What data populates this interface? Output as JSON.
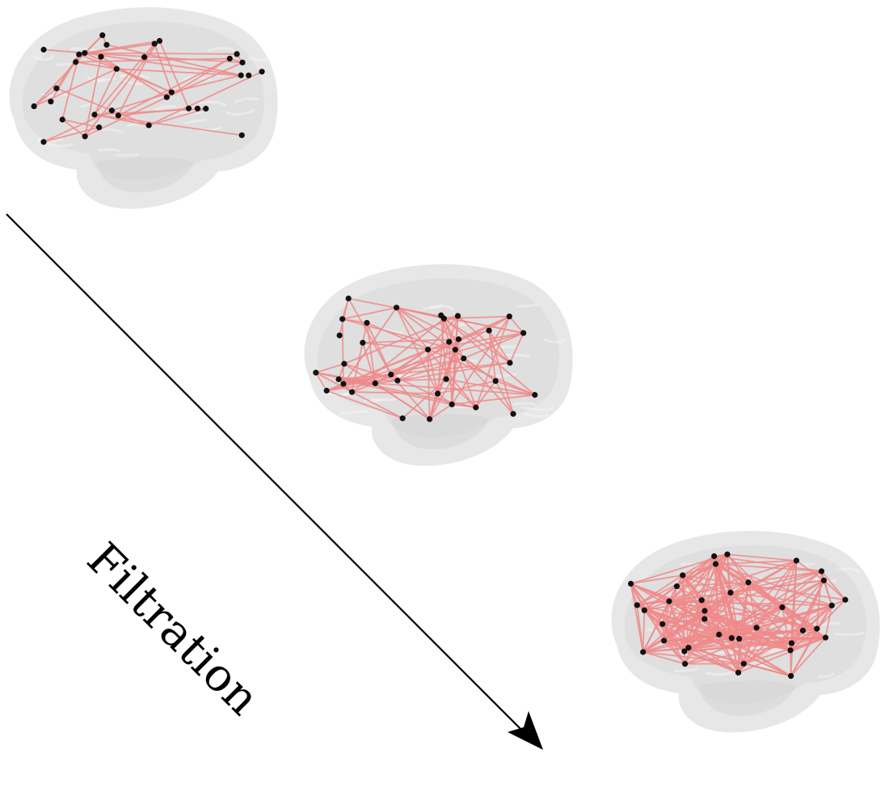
{
  "label": {
    "text": "Filtration"
  },
  "colors": {
    "edge": "#f08a8a",
    "node": "#111111",
    "brain_fill": "#d4d4d4",
    "arrow": "#000000"
  },
  "icons": {
    "arrow": "arrow-down-right-icon",
    "brain": "brain-icon"
  },
  "stages": [
    {
      "step": 1,
      "density": "sparse"
    },
    {
      "step": 2,
      "density": "medium"
    },
    {
      "step": 3,
      "density": "dense"
    }
  ]
}
